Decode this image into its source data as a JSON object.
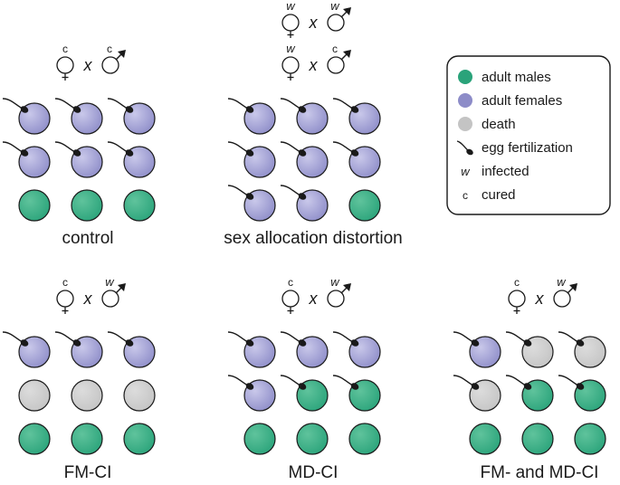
{
  "colors": {
    "male": "#2aa37a",
    "female": "#8d8cc8",
    "death": "#c4c4c4",
    "outline": "#1a1a1a"
  },
  "legend": {
    "items": [
      {
        "kind": "male",
        "label": "adult males"
      },
      {
        "kind": "female",
        "label": "adult females"
      },
      {
        "kind": "death",
        "label": "death"
      },
      {
        "kind": "sperm",
        "label": "egg fertilization"
      },
      {
        "kind": "w",
        "label": "infected"
      },
      {
        "kind": "c",
        "label": "cured"
      }
    ],
    "symbols": {
      "w": "w",
      "c": "c"
    }
  },
  "cross_symbol": "x",
  "panels": [
    {
      "label": "control",
      "crosses": [
        {
          "female": "c",
          "male": "c"
        }
      ],
      "grid": [
        [
          {
            "s": "female",
            "f": true
          },
          {
            "s": "female",
            "f": true
          },
          {
            "s": "female",
            "f": true
          }
        ],
        [
          {
            "s": "female",
            "f": true
          },
          {
            "s": "female",
            "f": true
          },
          {
            "s": "female",
            "f": true
          }
        ],
        [
          {
            "s": "male",
            "f": false
          },
          {
            "s": "male",
            "f": false
          },
          {
            "s": "male",
            "f": false
          }
        ]
      ]
    },
    {
      "label": "sex allocation distortion",
      "crosses": [
        {
          "female": "w",
          "male": "w"
        },
        {
          "female": "w",
          "male": "c"
        }
      ],
      "grid": [
        [
          {
            "s": "female",
            "f": true
          },
          {
            "s": "female",
            "f": true
          },
          {
            "s": "female",
            "f": true
          }
        ],
        [
          {
            "s": "female",
            "f": true
          },
          {
            "s": "female",
            "f": true
          },
          {
            "s": "female",
            "f": true
          }
        ],
        [
          {
            "s": "female",
            "f": true
          },
          {
            "s": "female",
            "f": true
          },
          {
            "s": "male",
            "f": false
          }
        ]
      ]
    },
    {
      "label": "FM-CI",
      "crosses": [
        {
          "female": "c",
          "male": "w"
        }
      ],
      "grid": [
        [
          {
            "s": "female",
            "f": true
          },
          {
            "s": "female",
            "f": true
          },
          {
            "s": "female",
            "f": true
          }
        ],
        [
          {
            "s": "death",
            "f": false
          },
          {
            "s": "death",
            "f": false
          },
          {
            "s": "death",
            "f": false
          }
        ],
        [
          {
            "s": "male",
            "f": false
          },
          {
            "s": "male",
            "f": false
          },
          {
            "s": "male",
            "f": false
          }
        ]
      ]
    },
    {
      "label": "MD-CI",
      "crosses": [
        {
          "female": "c",
          "male": "w"
        }
      ],
      "grid": [
        [
          {
            "s": "female",
            "f": true
          },
          {
            "s": "female",
            "f": true
          },
          {
            "s": "female",
            "f": true
          }
        ],
        [
          {
            "s": "female",
            "f": true
          },
          {
            "s": "male",
            "f": true
          },
          {
            "s": "male",
            "f": true
          }
        ],
        [
          {
            "s": "male",
            "f": false
          },
          {
            "s": "male",
            "f": false
          },
          {
            "s": "male",
            "f": false
          }
        ]
      ]
    },
    {
      "label": "FM- and MD-CI",
      "crosses": [
        {
          "female": "c",
          "male": "w"
        }
      ],
      "grid": [
        [
          {
            "s": "female",
            "f": true
          },
          {
            "s": "death",
            "f": true
          },
          {
            "s": "death",
            "f": true
          }
        ],
        [
          {
            "s": "death",
            "f": true
          },
          {
            "s": "male",
            "f": true
          },
          {
            "s": "male",
            "f": true
          }
        ],
        [
          {
            "s": "male",
            "f": false
          },
          {
            "s": "male",
            "f": false
          },
          {
            "s": "male",
            "f": false
          }
        ]
      ]
    }
  ]
}
